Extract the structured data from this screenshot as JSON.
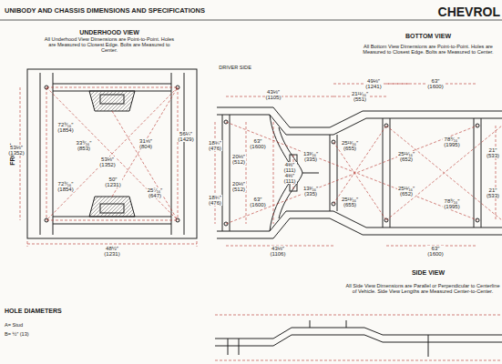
{
  "diagram": {
    "title": "UNIBODY AND CHASSIS DIMENSIONS AND SPECIFICATIONS",
    "labels": [
      "CHEVROL",
      "UNDERHOOD VIEW",
      "All Underhood View Dimensions are Point-to-Point. Holes are Measured to Closest Edge. Bolts are Measured to Center.",
      "DRIVER SIDE",
      "BOTTOM VIEW",
      "All Bottom View Dimensions are Point-to-Point. Holes are Measured to Closest Edge. Bolts are Measured to Center.",
      "FRONT",
      "53⅛″ (1352)",
      "72⁹⁄₁₆″ (1854)",
      "33⁹⁄₁₆″ (853)",
      "53⅛″ (1352)",
      "31⅝″ (804)",
      "56¼″ (1429)",
      "72⁹⁄₁₆″ (1854)",
      "50″ (1231)",
      "25⁷⁄₁₆″ (647)",
      "48½″ (1231)",
      "43⅛″ (1105)",
      "21¹¹⁄₁₆″ (551)",
      "49⅛″ (1241)",
      "63″ (1600)",
      "18¾″ (476)",
      "20⅛″ (512)",
      "63″ (1600)",
      "13³⁄₁₆″ (335)",
      "4⅜″ (111)",
      "4⅜″ (111)",
      "13³⁄₁₆″ (335)",
      "25¹³⁄₁₆″ (655)",
      "25¹³⁄₁₆″ (655)",
      "25¹¹⁄₁₆″ (652)",
      "25¹¹⁄₁₆″ (652)",
      "78⁹⁄₁₆″ (1995)",
      "78⁹⁄₁₆″ (1995)",
      "21″ (533)",
      "21″ (533)",
      "20⅛″ (512)",
      "63″ (1600)",
      "18¾″ (476)",
      "43⅛″ (1106)",
      "63″ (1600)",
      "SIDE VIEW",
      "All Side View Dimensions are Parallel or Perpendicular to Centerline of Vehicle. Side View Lengths are Measured Center-to-Center.",
      "HOLE DIAMETERS",
      "A= Stud",
      "B= ½″ (13)"
    ]
  }
}
